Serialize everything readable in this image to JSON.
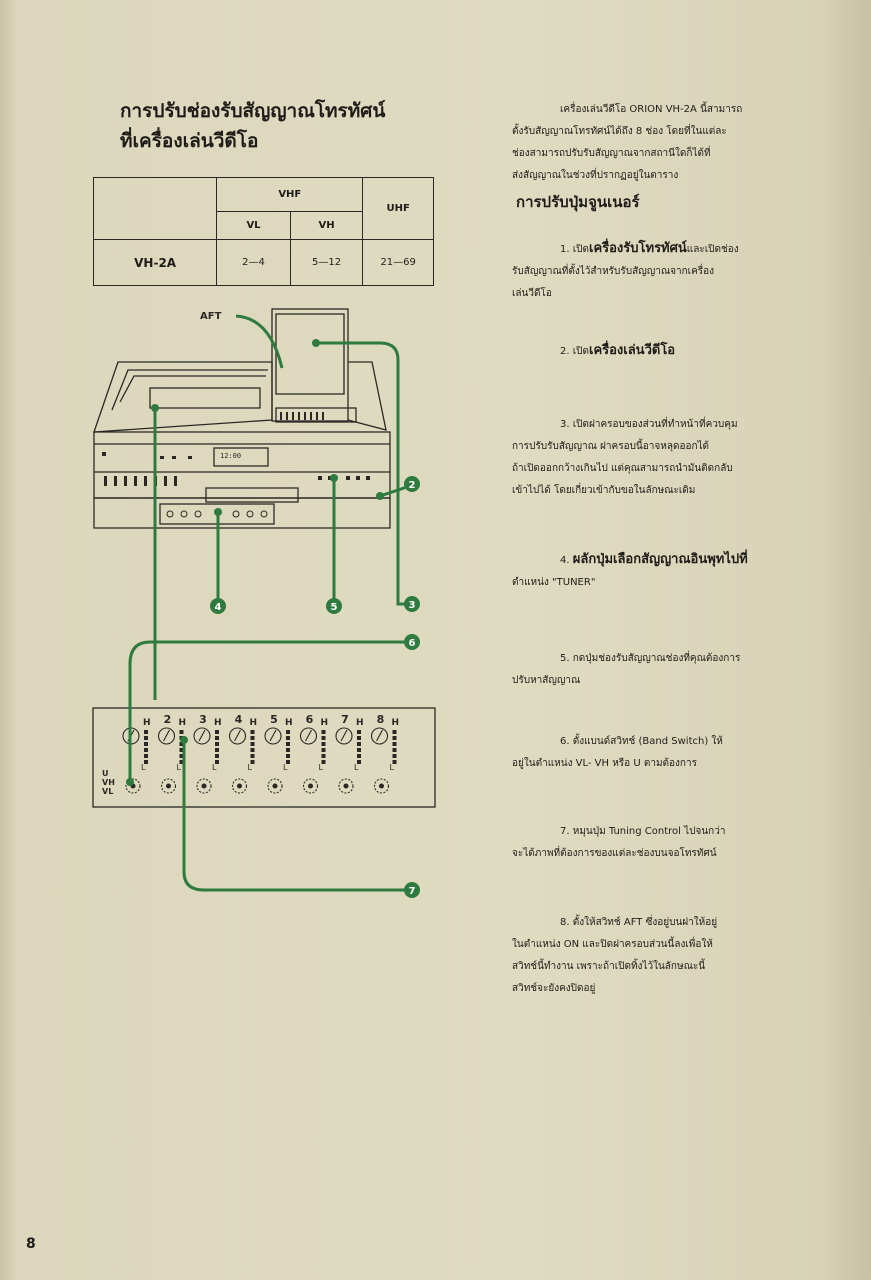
{
  "title": {
    "line1": "การปรับช่องรับสัญญาณโทรทัศน์",
    "line2": "ที่เครื่องเล่นวีดีโอ"
  },
  "table": {
    "vhf": "VHF",
    "uhf": "UHF",
    "vl": "VL",
    "vh": "VH",
    "model": "VH-2A",
    "vl_range": "2—4",
    "vh_range": "5—12",
    "uhf_range": "21—69"
  },
  "diagram": {
    "aft_label": "AFT",
    "callouts": [
      "2",
      "3",
      "4",
      "5",
      "6",
      "7"
    ],
    "dial_numbers": [
      "2",
      "3",
      "4",
      "5",
      "6",
      "7",
      "8"
    ],
    "h_label": "H",
    "l_label": "L",
    "band_labels": [
      "U",
      "VH",
      "VL"
    ],
    "display_text": "12:00"
  },
  "intro": {
    "line1": "เครื่องเล่นวีดีโอ ORION VH-2A นี้สามารถ",
    "line2": "ตั้งรับสัญญาณโทรทัศน์ได้ถึง 8 ช่อง โดยที่ในแต่ละ",
    "line3": "ช่องสามารถปรับรับสัญญาณจากสถานีใดก็ได้ที่",
    "line4": "ส่งสัญญาณในช่วงที่ปรากฏอยู่ในตาราง"
  },
  "subheading": "การปรับปุ่มจูนเนอร์",
  "steps": {
    "s1": {
      "num": "1.",
      "a": "เปิด",
      "b": "เครื่องรับโทรทัศน์",
      "c": "และเปิดช่อง",
      "line2": "รับสัญญาณที่ตั้งไว้สำหรับรับสัญญาณจากเครื่อง",
      "line3": "เล่นวีดีโอ"
    },
    "s2": {
      "num": "2.",
      "a": "เปิด",
      "b": "เครื่องเล่นวีดีโอ"
    },
    "s3": {
      "num": "3.",
      "line1": "เปิดฝาครอบของส่วนที่ทำหน้าที่ควบคุม",
      "line2": "การปรับรับสัญญาณ ฝาครอบนี้อาจหลุดออกได้",
      "line3": "ถ้าเปิดออกกว้างเกินไป แต่คุณสามารถนำมันติดกลับ",
      "line4": "เข้าไปได้ โดยเกี่ยวเข้ากับขอในลักษณะเดิม"
    },
    "s4": {
      "num": "4.",
      "line1": "ผลักปุ่มเลือกสัญญาณอินพุทไปที่",
      "line2": "ตำแหน่ง \"TUNER\""
    },
    "s5": {
      "num": "5.",
      "line1": "กดปุ่มช่องรับสัญญาณช่องที่คุณต้องการ",
      "line2": "ปรับหาสัญญาณ"
    },
    "s6": {
      "num": "6.",
      "line1": "ตั้งแบนด์สวิทช์ (Band Switch) ให้",
      "line2": "อยู่ในตำแหน่ง VL- VH หรือ U ตามต้องการ"
    },
    "s7": {
      "num": "7.",
      "line1": "หมุนปุ่ม Tuning Control ไปจนกว่า",
      "line2": "จะได้ภาพที่ต้องการของแต่ละช่องบนจอโทรทัศน์"
    },
    "s8": {
      "num": "8.",
      "line1": "ตั้งให้สวิทช์ AFT ซึ่งอยู่บนฝาให้อยู่",
      "line2": "ในตำแหน่ง ON และปิดฝาครอบส่วนนี้ลงเพื่อให้",
      "line3": "สวิทช์นี้ทำงาน เพราะถ้าเปิดทิ้งไว้ในลักษณะนี้",
      "line4": "สวิทช์จะยังคงปิดอยู่"
    }
  },
  "page_number": "8",
  "colors": {
    "diagram_green": "#2f7a3e",
    "paper": "#ddd8bc",
    "ink": "#1e1c18"
  }
}
